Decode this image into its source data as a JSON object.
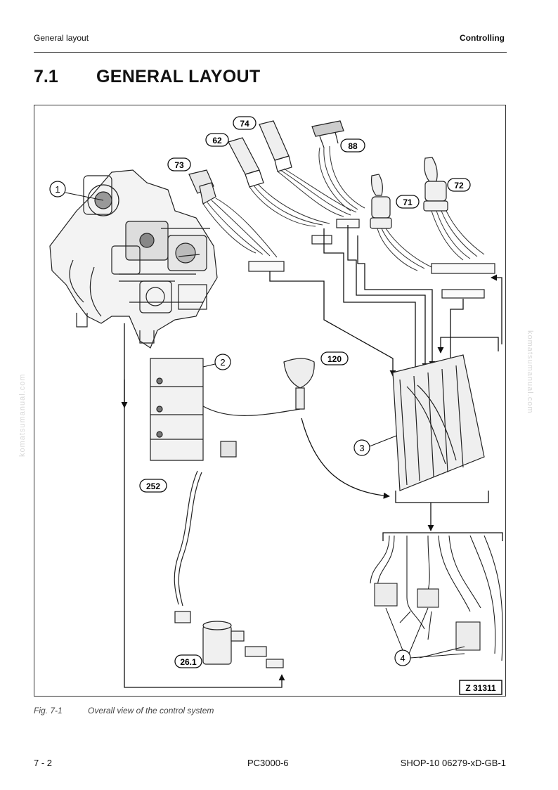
{
  "header": {
    "left": "General layout",
    "right": "Controlling"
  },
  "section": {
    "number": "7.1",
    "title": "GENERAL LAYOUT"
  },
  "figure": {
    "callouts": {
      "c1": "1",
      "c2": "2",
      "c3": "3",
      "c4": "4",
      "c62": "62",
      "c71": "71",
      "c72": "72",
      "c73": "73",
      "c74": "74",
      "c88": "88",
      "c120": "120",
      "c252": "252",
      "c26_1": "26.1"
    },
    "drawing_id": "Z 31311"
  },
  "caption": {
    "number": "Fig. 7-1",
    "text": "Overall view of the control system"
  },
  "footer": {
    "page": "7 - 2",
    "model": "PC3000-6",
    "doc": "SHOP-10 06279-xD-GB-1"
  },
  "watermark": "komatsumanual.com"
}
